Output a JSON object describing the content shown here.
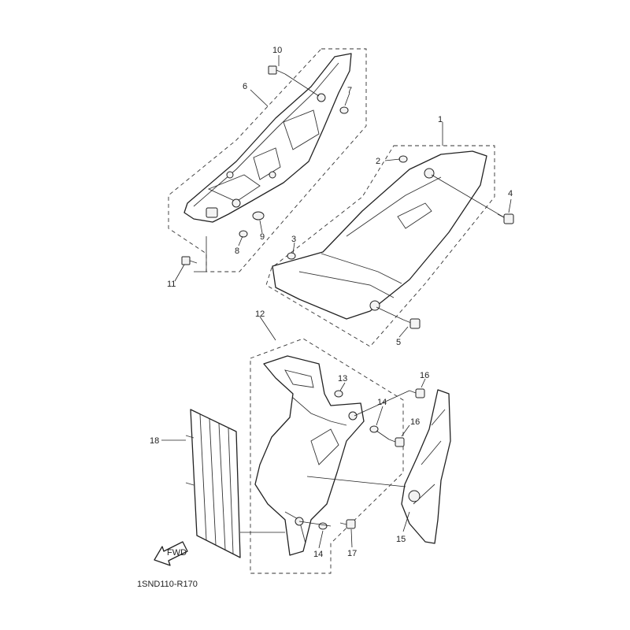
{
  "diagram": {
    "code": "1SND110-R170",
    "fwd_label": "FWD",
    "callouts": {
      "c1": "1",
      "c2": "2",
      "c3": "3",
      "c4": "4",
      "c5": "5",
      "c6": "6",
      "c7": "7",
      "c8": "8",
      "c9": "9",
      "c10": "10",
      "c11": "11",
      "c12": "12",
      "c13": "13",
      "c14a": "14",
      "c14b": "14",
      "c15": "15",
      "c16a": "16",
      "c16b": "16",
      "c17": "17",
      "c18": "18"
    }
  }
}
